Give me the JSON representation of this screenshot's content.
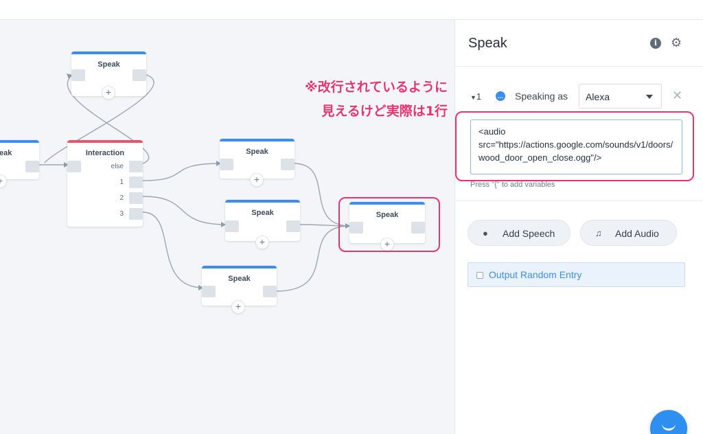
{
  "canvas": {
    "nodes": {
      "speak_top": {
        "title": "Speak"
      },
      "speak_left": {
        "title": "eak"
      },
      "interaction": {
        "title": "Interaction",
        "choices": [
          "else",
          "1",
          "2",
          "3"
        ]
      },
      "speak_1": {
        "title": "Speak"
      },
      "speak_2": {
        "title": "Speak"
      },
      "speak_3": {
        "title": "Speak"
      },
      "speak_target": {
        "title": "Speak"
      }
    },
    "add_symbol": "+"
  },
  "annotation": {
    "line1": "※改行されているように",
    "line2": "見えるけど実際は1行",
    "color": "#e8336c"
  },
  "panel": {
    "title": "Speak",
    "step_number": "1",
    "speaking_as_label": "Speaking as",
    "voice_value": "Alexa",
    "speech_text": "<audio src=\"https://actions.google.com/sounds/v1/doors/wood_door_open_close.ogg\"/>",
    "hint": "Press \"{\" to add variables",
    "add_speech_label": "Add Speech",
    "add_audio_label": "Add Audio",
    "random_entry_label": "Output Random Entry"
  },
  "colors": {
    "accent_blue": "#3b8ef0",
    "interaction_red": "#e5566a",
    "highlight_pink": "#e8336c"
  }
}
